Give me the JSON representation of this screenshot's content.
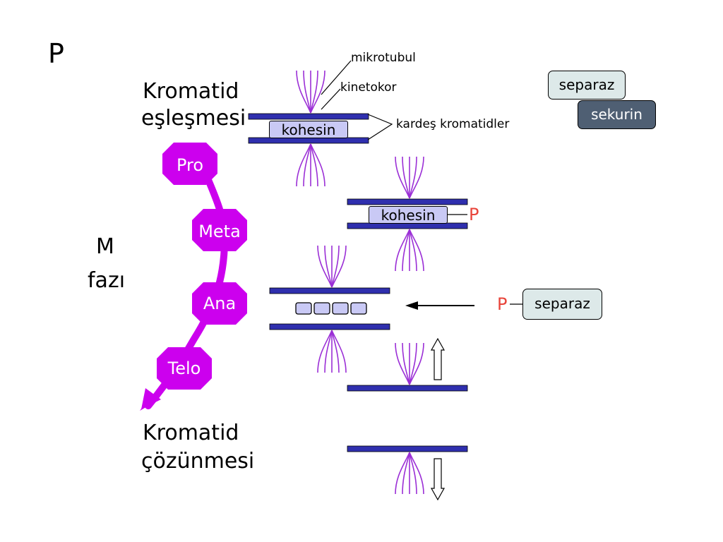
{
  "slide": {
    "corner_letter": "P",
    "top_label_line1": "Kromatid",
    "top_label_line2": "eşleşmesi",
    "bottom_label_line1": "Kromatid",
    "bottom_label_line2": "çözünmesi",
    "phase_line1": "M",
    "phase_line2": "fazı"
  },
  "phases": [
    "Pro",
    "Meta",
    "Ana",
    "Telo"
  ],
  "annotations": {
    "microtubule": "mikrotubul",
    "kinetochore": "kinetokor",
    "sister_chromatids": "kardeş kromatidler"
  },
  "proteins": {
    "cohesin": "kohesin",
    "separase": "separaz",
    "securin": "sekurin",
    "phosphate": "P"
  },
  "colors": {
    "phase_purple": "#cc00ee",
    "chromatid_blue": "#2f2fae",
    "spindle_purple": "#9b2fd6",
    "phosphate_red": "#e8443a",
    "cohesin_fill": "#c9c9f5",
    "separase_fill": "#dde9e9",
    "securin_fill": "#4f5f73"
  }
}
